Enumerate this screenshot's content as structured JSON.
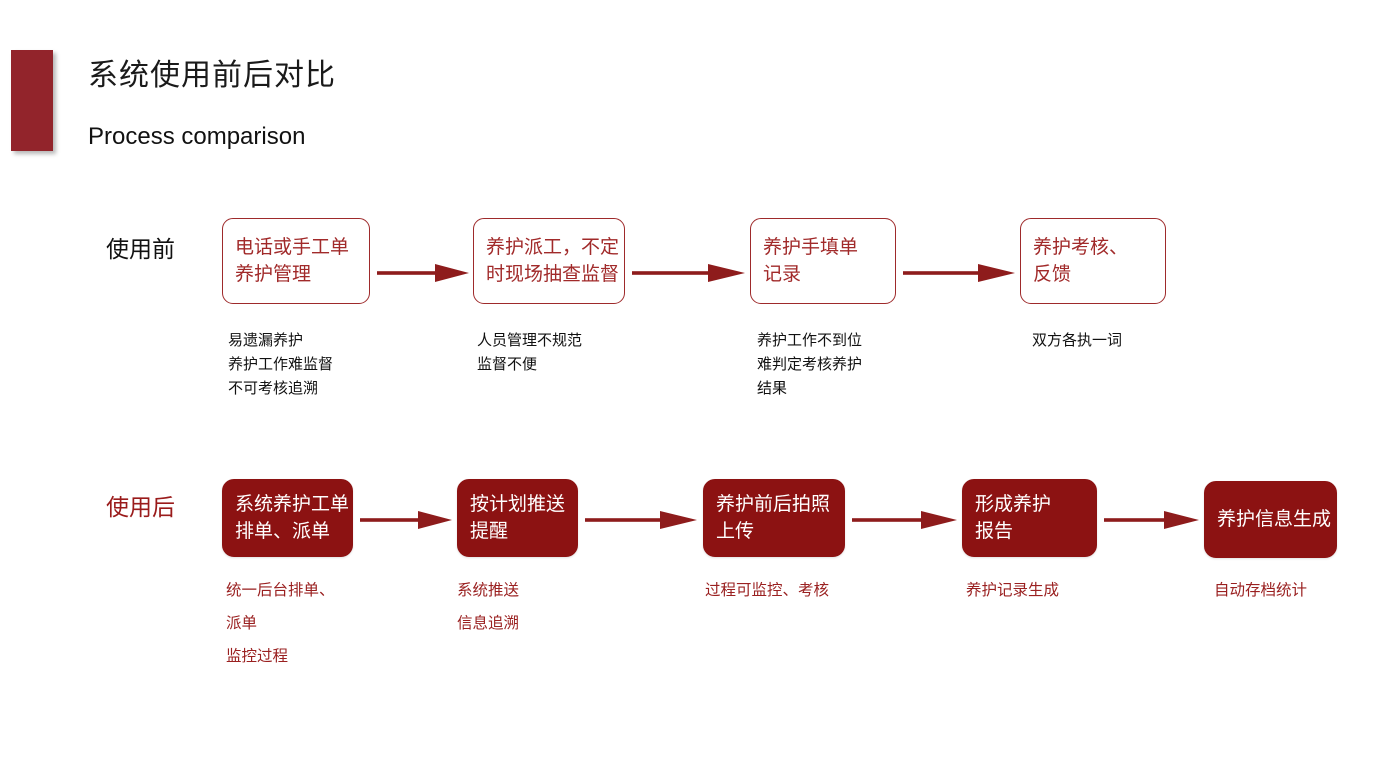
{
  "header": {
    "title_cn": "系统使用前后对比",
    "title_en": "Process comparison",
    "accent_color": "#92242b"
  },
  "colors": {
    "accent_red": "#92242b",
    "box_fill_red": "#8c1212",
    "box_outline_red": "#9e2a2b",
    "outlined_text_red": "#a12a2a",
    "caption_red": "#9a2020",
    "caption_dark": "#111111",
    "background": "#ffffff"
  },
  "rows": [
    {
      "label": "使用前",
      "label_color": "#111111",
      "style": "outlined",
      "steps": [
        {
          "box_lines": [
            "电话或手工单",
            "养护管理"
          ],
          "caption_lines": [
            "易遗漏养护",
            "养护工作难监督",
            "不可考核追溯"
          ]
        },
        {
          "box_lines": [
            "养护派工，不定",
            "时现场抽查监督"
          ],
          "caption_lines": [
            "人员管理不规范",
            "监督不便"
          ]
        },
        {
          "box_lines": [
            "养护手填单",
            "记录"
          ],
          "caption_lines": [
            "养护工作不到位",
            "难判定考核养护",
            "结果"
          ]
        },
        {
          "box_lines": [
            "养护考核、",
            "反馈"
          ],
          "caption_lines": [
            "双方各执一词"
          ]
        }
      ]
    },
    {
      "label": "使用后",
      "label_color": "#9a1b1b",
      "style": "filled",
      "steps": [
        {
          "box_lines": [
            "系统养护工单",
            "排单、派单"
          ],
          "caption_lines": [
            "统一后台排单、",
            "派单",
            "监控过程"
          ]
        },
        {
          "box_lines": [
            "按计划推送",
            "提醒"
          ],
          "caption_lines": [
            "系统推送",
            "信息追溯"
          ]
        },
        {
          "box_lines": [
            "养护前后拍照",
            "上传"
          ],
          "caption_lines": [
            "过程可监控、考核"
          ]
        },
        {
          "box_lines": [
            "形成养护",
            "报告"
          ],
          "caption_lines": [
            "养护记录生成"
          ]
        },
        {
          "box_lines": [
            "养护信息生成"
          ],
          "caption_lines": [
            "自动存档统计"
          ]
        }
      ]
    }
  ],
  "arrows": {
    "icon_name": "right-arrow-icon",
    "color": "#8e1c1c",
    "count_row1": 3,
    "count_row2": 4
  }
}
